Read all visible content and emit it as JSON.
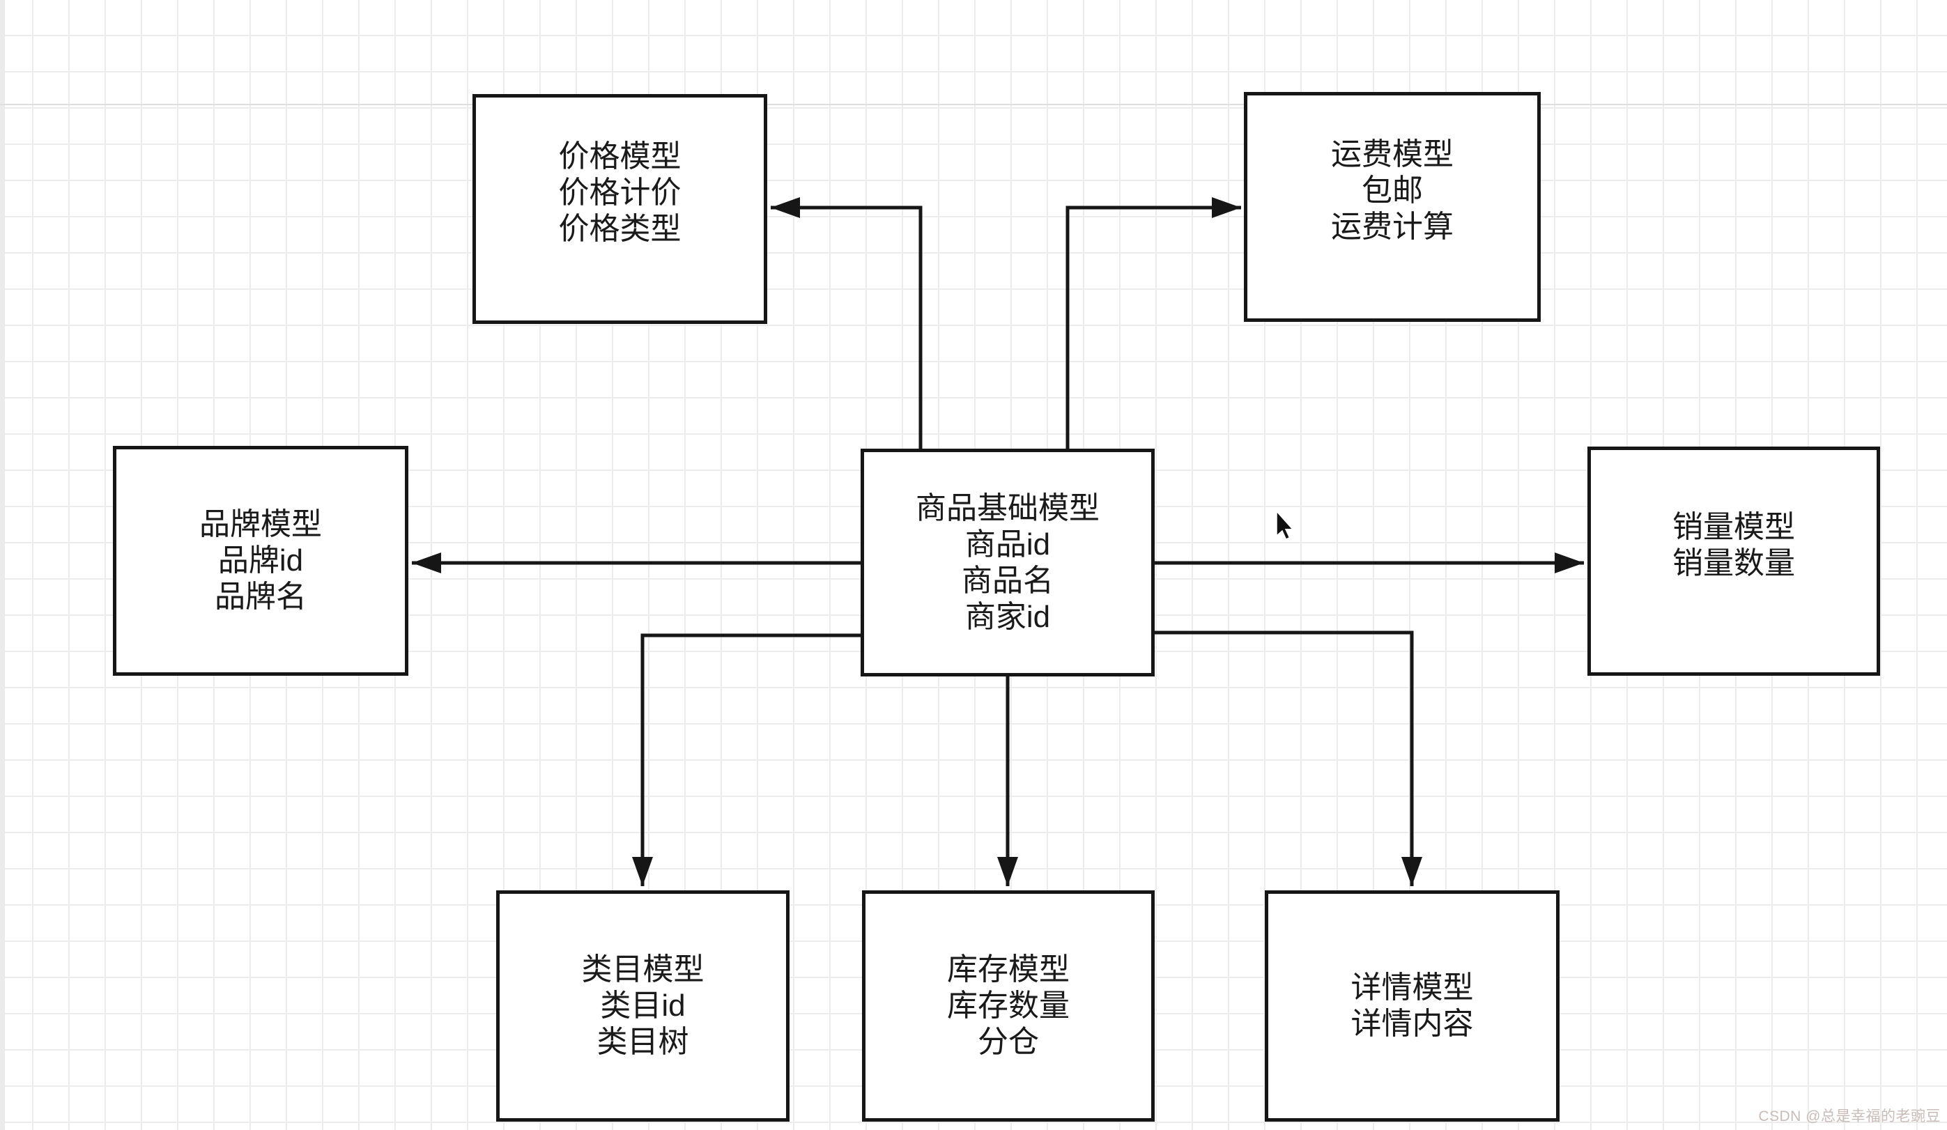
{
  "diagram": {
    "nodes": {
      "price": {
        "lines": [
          "价格模型",
          "价格计价",
          "价格类型"
        ]
      },
      "shipping": {
        "lines": [
          "运费模型",
          "包邮",
          "运费计算"
        ]
      },
      "product": {
        "lines": [
          "商品基础模型",
          "商品id",
          "商品名",
          "商家id"
        ]
      },
      "brand": {
        "lines": [
          "品牌模型",
          "品牌id",
          "品牌名"
        ]
      },
      "sales": {
        "lines": [
          "销量模型",
          "销量数量"
        ]
      },
      "category": {
        "lines": [
          "类目模型",
          "类目id",
          "类目树"
        ]
      },
      "inventory": {
        "lines": [
          "库存模型",
          "库存数量",
          "分仓"
        ]
      },
      "detail": {
        "lines": [
          "详情模型",
          "详情内容"
        ]
      }
    },
    "edges": [
      {
        "from": "product",
        "to": "price"
      },
      {
        "from": "product",
        "to": "shipping"
      },
      {
        "from": "product",
        "to": "brand"
      },
      {
        "from": "product",
        "to": "sales"
      },
      {
        "from": "product",
        "to": "category"
      },
      {
        "from": "product",
        "to": "inventory"
      },
      {
        "from": "product",
        "to": "detail"
      }
    ],
    "colors": {
      "background": "#ffffff",
      "grid_line": "#ececec",
      "node_border": "#161616",
      "node_text": "#1a1a1a",
      "connector": "#161616",
      "watermark_text": "#c8bcb8"
    }
  },
  "watermark": {
    "text": "CSDN @总是幸福的老豌豆"
  },
  "cursor": {
    "icon": "arrow-cursor"
  }
}
